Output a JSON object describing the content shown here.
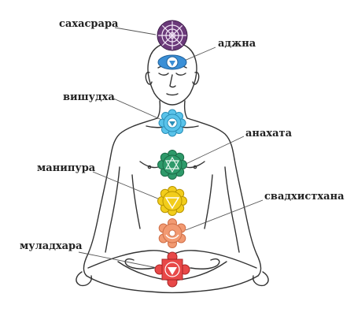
{
  "labels": {
    "sahasrara": "сахасрара",
    "ajna": "аджна",
    "vishuddha": "вишудха",
    "anahata": "анахата",
    "manipura": "манипура",
    "svadhisthana": "свадхистхана",
    "muladhara": "муладхара"
  },
  "colors": {
    "sahasrara": "#6b3a7a",
    "ajna": "#3a8fd6",
    "vishuddha": "#59c3ea",
    "anahata": "#2e9a6a",
    "manipura": "#f2cd1c",
    "svadhisthana": "#f29a72",
    "muladhara": "#e84848",
    "outline": "#333333"
  }
}
